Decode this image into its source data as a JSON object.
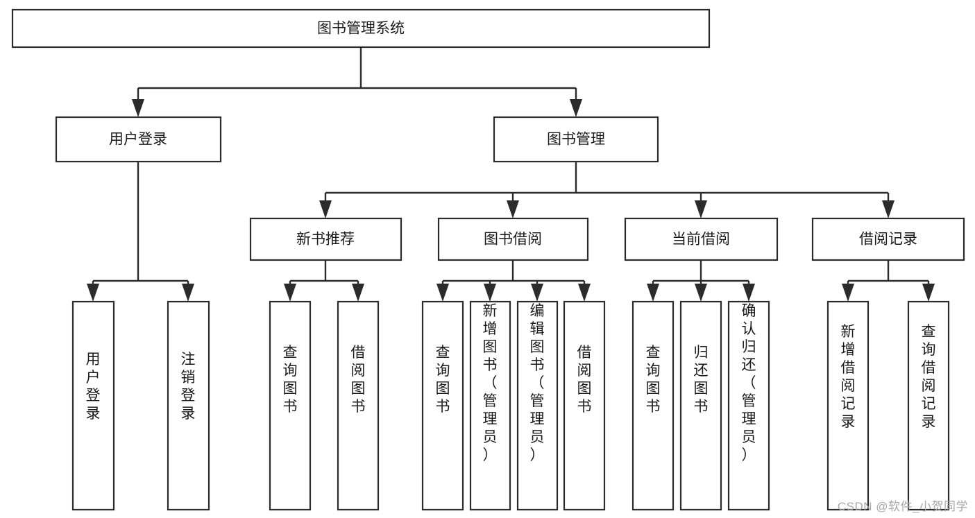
{
  "diagram": {
    "title": "图书管理系统",
    "type": "tree-hierarchy-chart",
    "colors": {
      "box_stroke": "#2b2b2b",
      "box_fill": "#ffffff",
      "link": "#2b2b2b",
      "text": "#1a1a1a",
      "watermark": "#a8a8a8",
      "background": "#ffffff"
    },
    "root": {
      "label": "图书管理系统"
    },
    "level2": [
      {
        "label": "用户登录"
      },
      {
        "label": "图书管理"
      }
    ],
    "level3": [
      {
        "label": "新书推荐"
      },
      {
        "label": "图书借阅"
      },
      {
        "label": "当前借阅"
      },
      {
        "label": "借阅记录"
      }
    ],
    "leaves": {
      "user_login": [
        {
          "label": "用户登录"
        },
        {
          "label": "注销登录"
        }
      ],
      "new_book_recommend": [
        {
          "label": "查询图书"
        },
        {
          "label": "借阅图书"
        }
      ],
      "book_borrow": [
        {
          "label": "查询图书"
        },
        {
          "label": "新增图书（管理员）"
        },
        {
          "label": "编辑图书（管理员）"
        },
        {
          "label": "借阅图书"
        }
      ],
      "current_borrow": [
        {
          "label": "查询图书"
        },
        {
          "label": "归还图书"
        },
        {
          "label": "确认归还（管理员）"
        }
      ],
      "borrow_record": [
        {
          "label": "新增借阅记录"
        },
        {
          "label": "查询借阅记录"
        }
      ]
    }
  },
  "watermark": {
    "text": "CSDN @软件_小贺同学"
  }
}
